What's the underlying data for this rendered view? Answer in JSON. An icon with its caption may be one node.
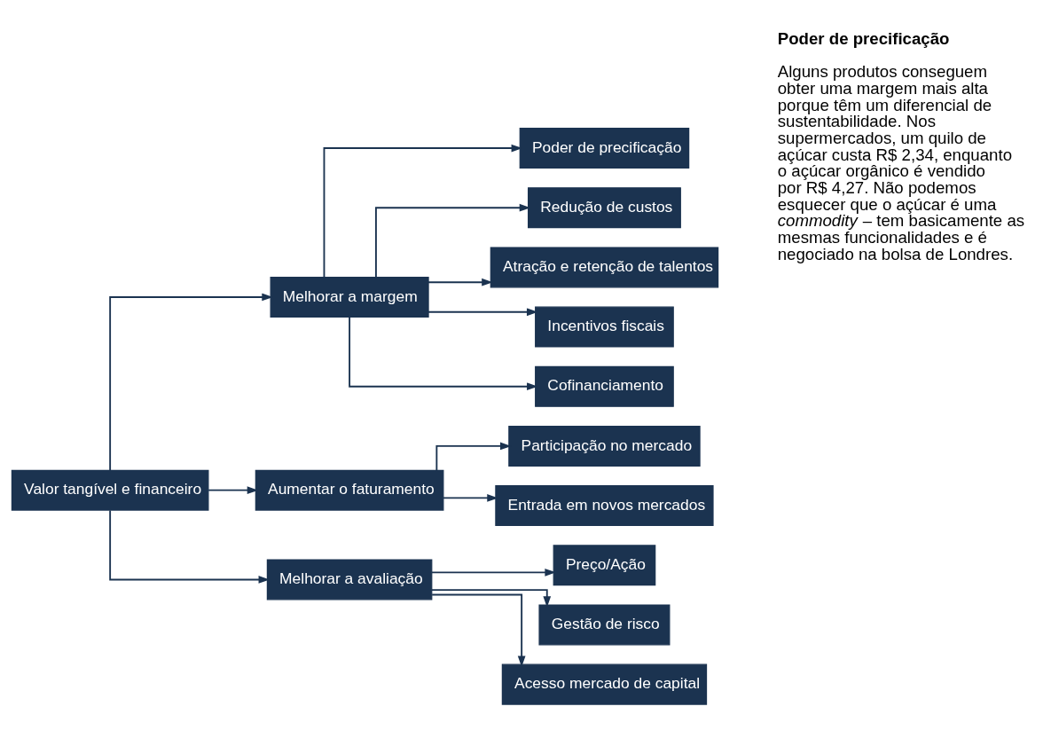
{
  "diagram": {
    "nodes": [
      {
        "text": [
          "Valor tangível e financeiro"
        ]
      },
      {
        "text": [
          "Melhorar a margem"
        ]
      },
      {
        "text": [
          "Aumentar o faturamento"
        ]
      },
      {
        "text": [
          "Melhorar a avaliação"
        ]
      },
      {
        "text": [
          "Poder de precificação"
        ]
      },
      {
        "text": [
          "Redução de custos"
        ]
      },
      {
        "text": [
          "Atração e retenção de talentos"
        ]
      },
      {
        "text": [
          "Incentivos fiscais"
        ]
      },
      {
        "text": [
          "Cofinanciamento"
        ]
      },
      {
        "text": [
          "Participação no mercado"
        ]
      },
      {
        "text": [
          "Entrada em novos mercados"
        ]
      },
      {
        "text": [
          "Preço/Ação"
        ]
      },
      {
        "text": [
          "Gestão de risco"
        ]
      },
      {
        "text": [
          "Acesso mercado de capital"
        ]
      }
    ],
    "edges": [
      {
        "from": 0,
        "to": 1,
        "arrow": "to"
      },
      {
        "from": 0,
        "to": 2,
        "arrow": "to"
      },
      {
        "from": 0,
        "to": 3,
        "arrow": "to"
      },
      {
        "from": 1,
        "to": 4,
        "arrow": "to"
      },
      {
        "from": 1,
        "to": 5,
        "arrow": "to"
      },
      {
        "from": 1,
        "to": 6,
        "arrow": "to"
      },
      {
        "from": 1,
        "to": 7,
        "arrow": "to"
      },
      {
        "from": 1,
        "to": 8,
        "arrow": "to"
      },
      {
        "from": 2,
        "to": 9,
        "arrow": "to"
      },
      {
        "from": 2,
        "to": 10,
        "arrow": "to"
      },
      {
        "from": 3,
        "to": 11,
        "arrow": "to"
      },
      {
        "from": 3,
        "to": 12,
        "arrow": "to"
      },
      {
        "from": 3,
        "to": 13,
        "arrow": "to"
      }
    ],
    "labels": [
      "Poder de precificação",
      "Alguns produtos conseguem obter uma margem mais alta porque têm um diferencial de sustentabilidade. Nos supermercados, um quilo de açúcar custa R$ 2,34, enquanto o açúcar orgânico é vendido por R$ 4,27. Não podemos esquecer que o açúcar é uma *commodity* – tem basicamente as mesmas funcionalidades e é negociado na bolsa de Londres."
    ]
  }
}
